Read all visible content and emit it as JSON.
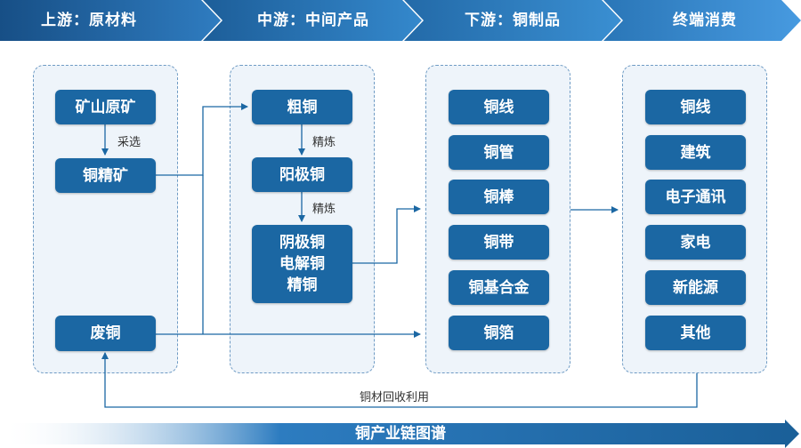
{
  "stages": [
    {
      "label": "上游：原材料"
    },
    {
      "label": "中游：中间产品"
    },
    {
      "label": "下游：铜制品"
    },
    {
      "label": "终端消费"
    }
  ],
  "upstream": {
    "ore": "矿山原矿",
    "mining_label": "采选",
    "concentrate": "铜精矿",
    "scrap": "废铜"
  },
  "midstream": {
    "blister": "粗铜",
    "refine_label_1": "精炼",
    "anode": "阳极铜",
    "refine_label_2": "精炼",
    "cathode": "阴极铜\n电解铜\n精铜"
  },
  "downstream": {
    "items": [
      "铜线",
      "铜管",
      "铜棒",
      "铜带",
      "铜基合金",
      "铜箔"
    ]
  },
  "consumption": {
    "items": [
      "铜线",
      "建筑",
      "电子通讯",
      "家电",
      "新能源",
      "其他"
    ]
  },
  "recycle_label": "铜材回收利用",
  "bottom_title": "铜产业链图谱",
  "colors": {
    "stage_dark": "#1a5f98",
    "stage_light": "#3f8fd1",
    "node": "#1b67a3",
    "connector": "#1b67a3",
    "column_bg": "#eef4fa"
  }
}
